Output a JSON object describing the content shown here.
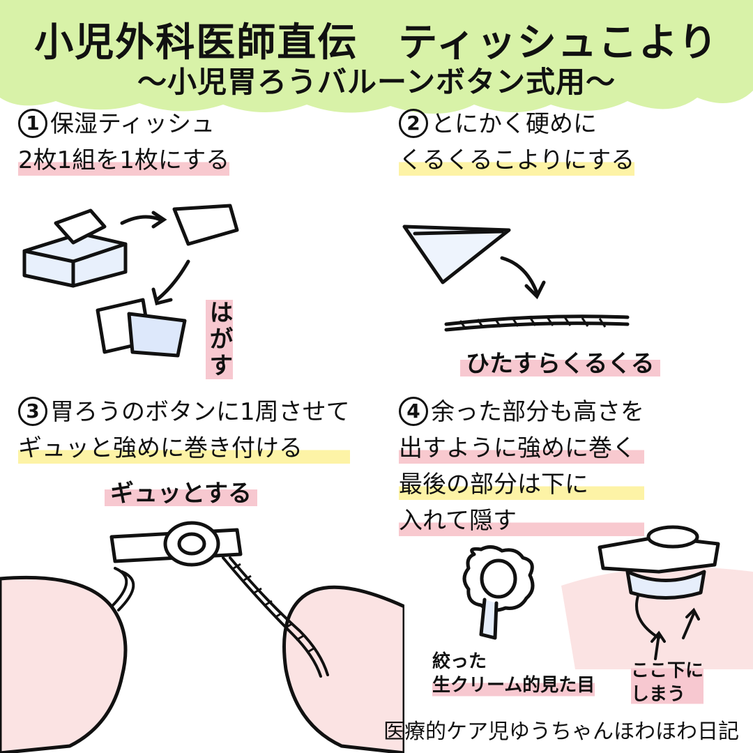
{
  "header": {
    "title": "小児外科医師直伝　ティッシュこより",
    "subtitle": "〜小児胃ろうバルーンボタン式用〜",
    "bg_color": "#d8f2a8"
  },
  "steps": [
    {
      "num": "1",
      "lines": [
        "保湿ティッシュ",
        "2枚1組を1枚にする"
      ]
    },
    {
      "num": "2",
      "lines": [
        "とにかく硬めに",
        "くるくるこよりにする"
      ]
    },
    {
      "num": "3",
      "lines": [
        "胃ろうのボタンに1周させて",
        "ギュッと強めに巻き付ける"
      ]
    },
    {
      "num": "4",
      "lines": [
        "余った部分も高さを",
        "出すように強めに巻く",
        "最後の部分は下に",
        "入れて隠す"
      ]
    }
  ],
  "labels": {
    "peel": "はがす",
    "twist": "ひたすらくるくる",
    "squeeze": "ギュッとする",
    "cream_line1": "絞った",
    "cream_line2": "生クリーム的見た目",
    "tuck_line1": "ここ下に",
    "tuck_line2": "しまう"
  },
  "credit": "医療的ケア児ゆうちゃんほわほわ日記",
  "colors": {
    "highlight_yellow": "#fdf3a6",
    "highlight_pink": "#f8c9cf",
    "skin": "#fbe3e3",
    "tissue_shade": "#bcd4f5"
  }
}
